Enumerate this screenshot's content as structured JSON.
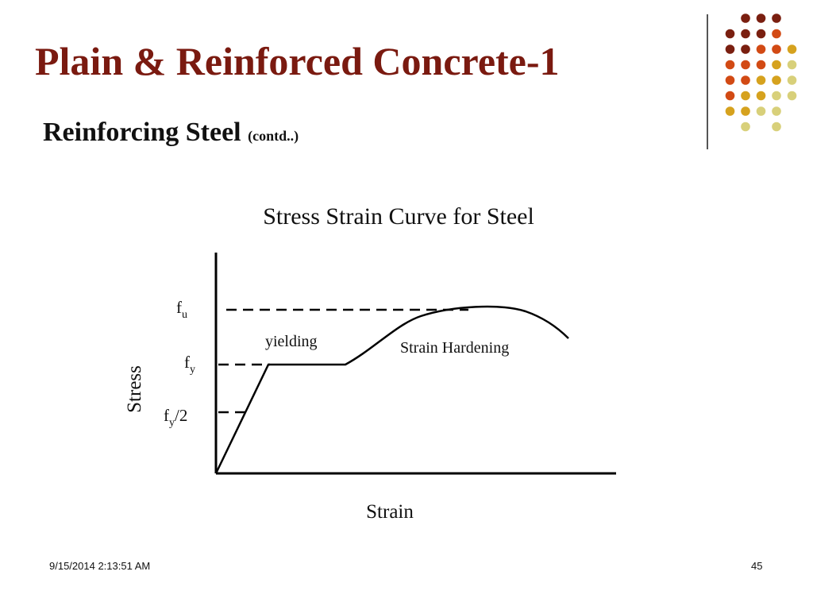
{
  "slide": {
    "title": "Plain & Reinforced Concrete-1",
    "subtitle": "Reinforcing Steel",
    "subtitle_small": "(contd..)"
  },
  "diagram": {
    "title": "Stress Strain Curve for Steel",
    "xlabel": "Strain",
    "ylabel": "Stress",
    "levels": {
      "fu": {
        "base": "f",
        "sub": "u",
        "suffix": ""
      },
      "fy": {
        "base": "f",
        "sub": "y",
        "suffix": ""
      },
      "fy_half": {
        "base": "f",
        "sub": "y",
        "suffix": "/2"
      }
    },
    "annotations": {
      "yielding": "yielding",
      "strain_hardening": "Strain Hardening"
    }
  },
  "footer": {
    "datetime": "9/15/2014 2:13:51 AM",
    "page_number": "45"
  },
  "colors": {
    "title": "#7a1a10",
    "dot_dark": "#7a1f10",
    "dot_orange": "#d24a14",
    "dot_gold": "#d6a21e",
    "dot_light": "#d8d07a"
  }
}
